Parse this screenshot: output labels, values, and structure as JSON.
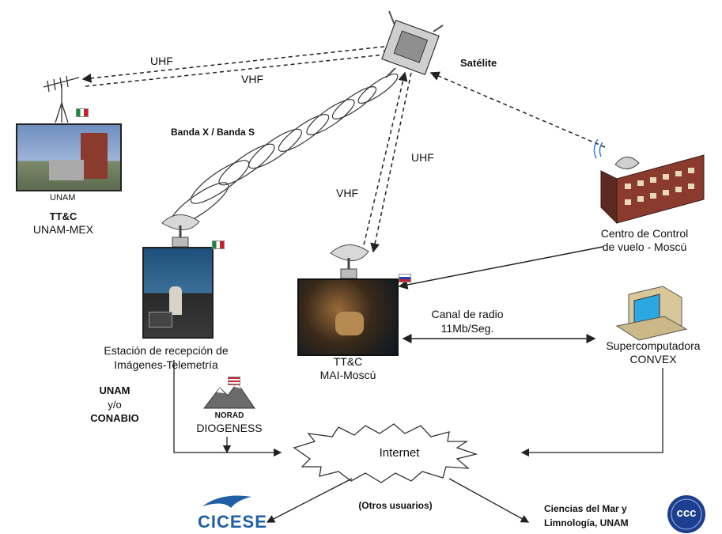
{
  "labels": {
    "satellite": "Satélite",
    "uhf_left": "UHF",
    "vhf_left": "VHF",
    "band": "Banda X  / Banda S",
    "uhf_right": "UHF",
    "vhf_right": "VHF",
    "unam_building": "UNAM",
    "ttc_unam_line1": "TT&C",
    "ttc_unam_line2": "UNAM-MEX",
    "control_line1": "Centro de Control",
    "control_line2": "de vuelo - Moscú",
    "station_line1": "Estación de recepción de",
    "station_line2": "Imágenes-Telemetría",
    "mai_line1": "TT&C",
    "mai_line2": "MAI-Moscú",
    "radio_line1": "Canal de radio",
    "radio_line2": "11Mb/Seg.",
    "super_line1": "Supercomputadora",
    "super_line2": "CONVEX",
    "unam_conabio_line1": "UNAM",
    "unam_conabio_line2": "y/o",
    "unam_conabio_line3": "CONABIO",
    "norad": "NORAD",
    "diogeness": "DIOGENESS",
    "internet": "Internet",
    "others": "(Otros usuarios)",
    "cicese": "CICESE",
    "ciencias_line1": "Ciencias del Mar y",
    "ciencias_line2": "Limnología, UNAM",
    "ccc_logo": "ccc"
  },
  "colors": {
    "line": "#222222",
    "building_brick": "#8a3b2e",
    "sky": "#6f8fc0",
    "cicese_blue": "#1f5fa8",
    "ccc_blue": "#1d3f8f",
    "monitor_beige": "#d9c79a"
  },
  "icons": [
    "satellite-icon",
    "dish-antenna-icon",
    "yagi-antenna-icon",
    "computer-icon",
    "mountain-icon",
    "cloud-icon",
    "flag-icon"
  ]
}
